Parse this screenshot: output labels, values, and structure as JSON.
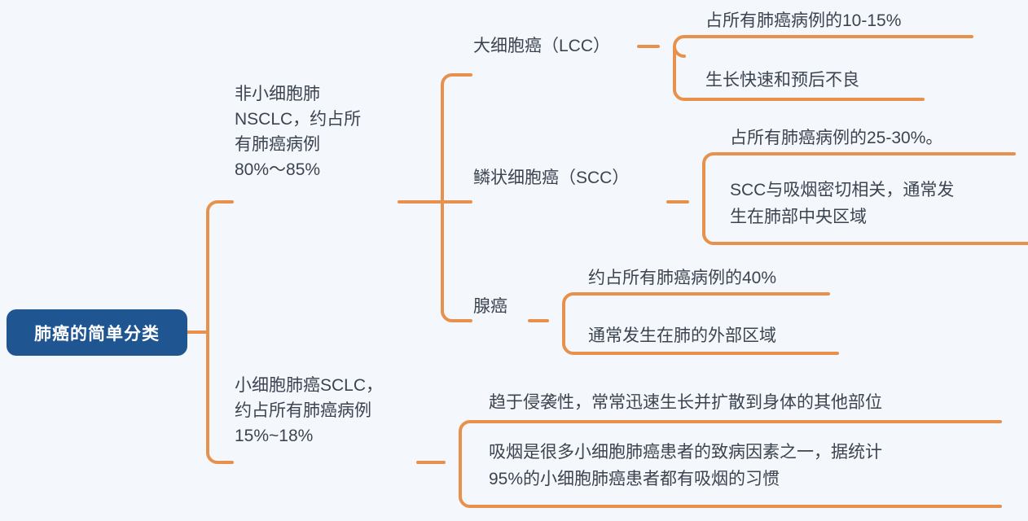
{
  "diagram": {
    "title": "肺癌的简单分类",
    "type": "mind-map",
    "background_color": "#f4f7fc",
    "root_color": "#1f5590",
    "branch_color": "#e8914c",
    "text_color": "#3c4450"
  },
  "root": {
    "label": "肺癌的简单分类"
  },
  "branches": [
    {
      "id": "nsclc",
      "label": "非小细胞肺\nNSCLC，约占所\n有肺癌病例\n80%～85%",
      "children": [
        {
          "id": "lcc",
          "label": "大细胞癌（LCC）",
          "leaves": [
            {
              "id": "lcc-share",
              "label": "占所有肺癌病例的10-15%"
            },
            {
              "id": "lcc-growth",
              "label": "生长快速和预后不良"
            }
          ]
        },
        {
          "id": "scc",
          "label": "鳞状细胞癌（SCC）",
          "leaves": [
            {
              "id": "scc-share",
              "label": "占所有肺癌病例的25-30%。"
            },
            {
              "id": "scc-smoking",
              "label": "SCC与吸烟密切相关，通常发\n生在肺部中央区域"
            }
          ]
        },
        {
          "id": "adeno",
          "label": "腺癌",
          "leaves": [
            {
              "id": "adeno-share",
              "label": "约占所有肺癌病例的40%"
            },
            {
              "id": "adeno-location",
              "label": "通常发生在肺的外部区域"
            }
          ]
        }
      ]
    },
    {
      "id": "sclc",
      "label": "小细胞肺癌SCLC，\n约占所有肺癌病例\n15%~18%",
      "children": [],
      "leaves": [
        {
          "id": "sclc-aggressive",
          "label": "趋于侵袭性，常常迅速生长并扩散到身体的其他部位"
        },
        {
          "id": "sclc-smoking",
          "label": "吸烟是很多小细胞肺癌患者的致病因素之一，据统计\n95%的小细胞肺癌患者都有吸烟的习惯"
        }
      ]
    }
  ]
}
